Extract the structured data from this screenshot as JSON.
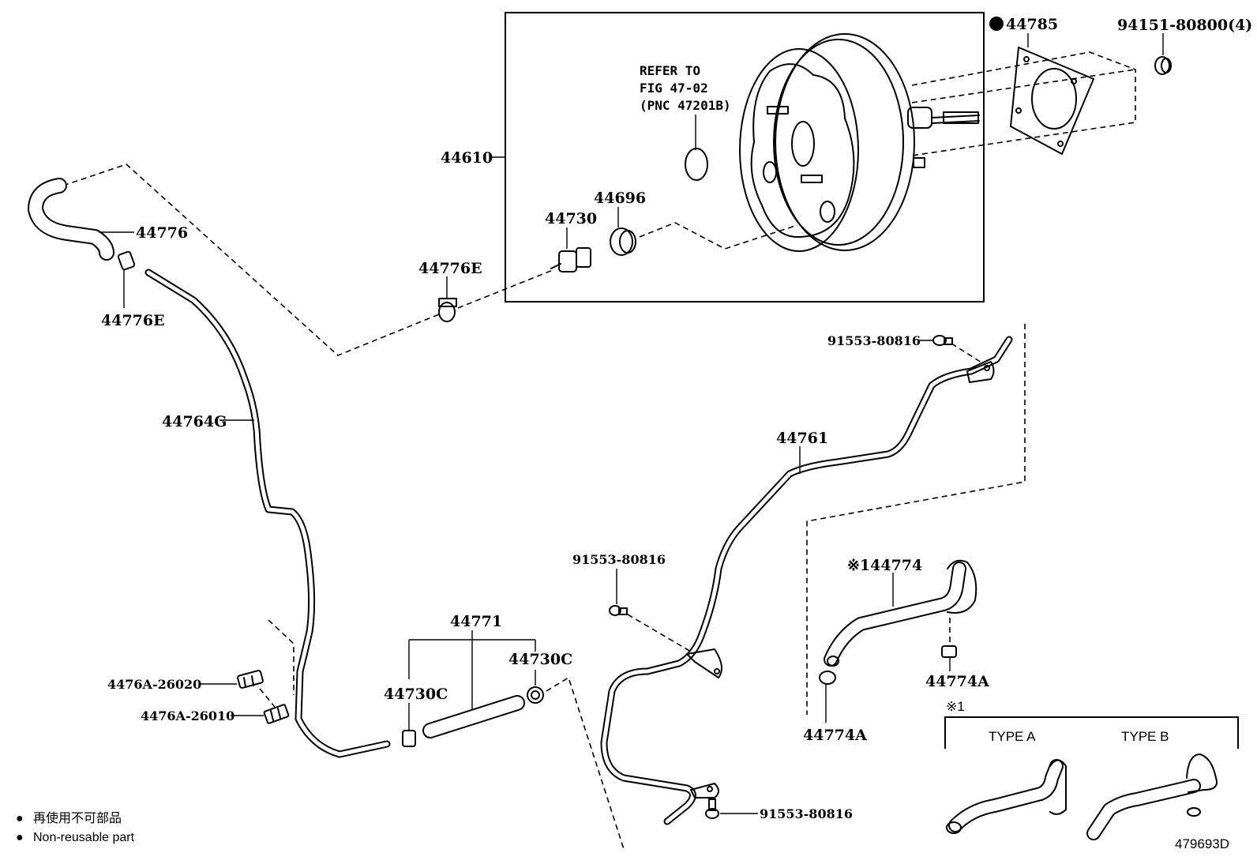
{
  "diagram": {
    "title": "Brake booster vacuum hose assembly",
    "illustration_number": "479693D",
    "reference_note": {
      "line1": "REFER TO",
      "line2": "FIG 47-02",
      "line3": "(PNC 47201B)"
    },
    "parts": {
      "booster_assy": "44610",
      "gasket": "44785",
      "nut": "94151-80800(4)",
      "check_valve_grommet": "44696",
      "check_valve": "44730",
      "clamp_booster": "44776E",
      "hose_upper": "44776",
      "clamp_upper": "44776E",
      "tube_left": "44764G",
      "clip_upper": "4476A-26020",
      "clip_lower": "4476A-26010",
      "hose_mid": "44771",
      "clamp_mid_left": "44730C",
      "clamp_mid_right": "44730C",
      "pipe_right": "44761",
      "bolt_top": "91553-80816",
      "bolt_mid": "91553-80816",
      "bolt_bottom": "91553-80816",
      "hose_type": "※144774",
      "clamp_type_right": "44774A",
      "clamp_type_left": "44774A"
    },
    "variant_box": {
      "marker": "※1",
      "type_a": "TYPE A",
      "type_b": "TYPE B"
    },
    "legend": {
      "bullet": "●",
      "japanese": "再使用不可部品",
      "english": "Non-reusable part"
    },
    "non_reusable_marker": "●"
  }
}
